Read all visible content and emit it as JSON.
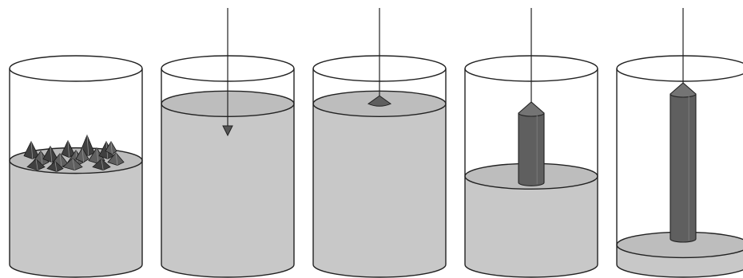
{
  "diagram": {
    "kind": "crystal-growth-sequence",
    "colors": {
      "background": "#ffffff",
      "outline": "#222222",
      "melt_fill": "#c8c8c8",
      "melt_surface": "#bdbdbd",
      "crystal_body": "#5f5f5f",
      "crystal_cap": "#747474",
      "crystal_dark": "#404040"
    },
    "stages": [
      {
        "id": "polycrystalline-charge",
        "melt_level": 0.53,
        "wire": false,
        "seed": "none",
        "charge_pieces": true
      },
      {
        "id": "seed-lowering",
        "melt_level": 0.82,
        "wire": true,
        "seed": "arrow",
        "charge_pieces": false
      },
      {
        "id": "seed-contact",
        "melt_level": 0.82,
        "wire": true,
        "seed": "cone",
        "charge_pieces": false
      },
      {
        "id": "crystal-pulling",
        "melt_level": 0.45,
        "wire": true,
        "seed": "crystal-short",
        "charge_pieces": false
      },
      {
        "id": "crystal-complete",
        "melt_level": 0.1,
        "wire": true,
        "seed": "crystal-long",
        "charge_pieces": false
      }
    ]
  }
}
